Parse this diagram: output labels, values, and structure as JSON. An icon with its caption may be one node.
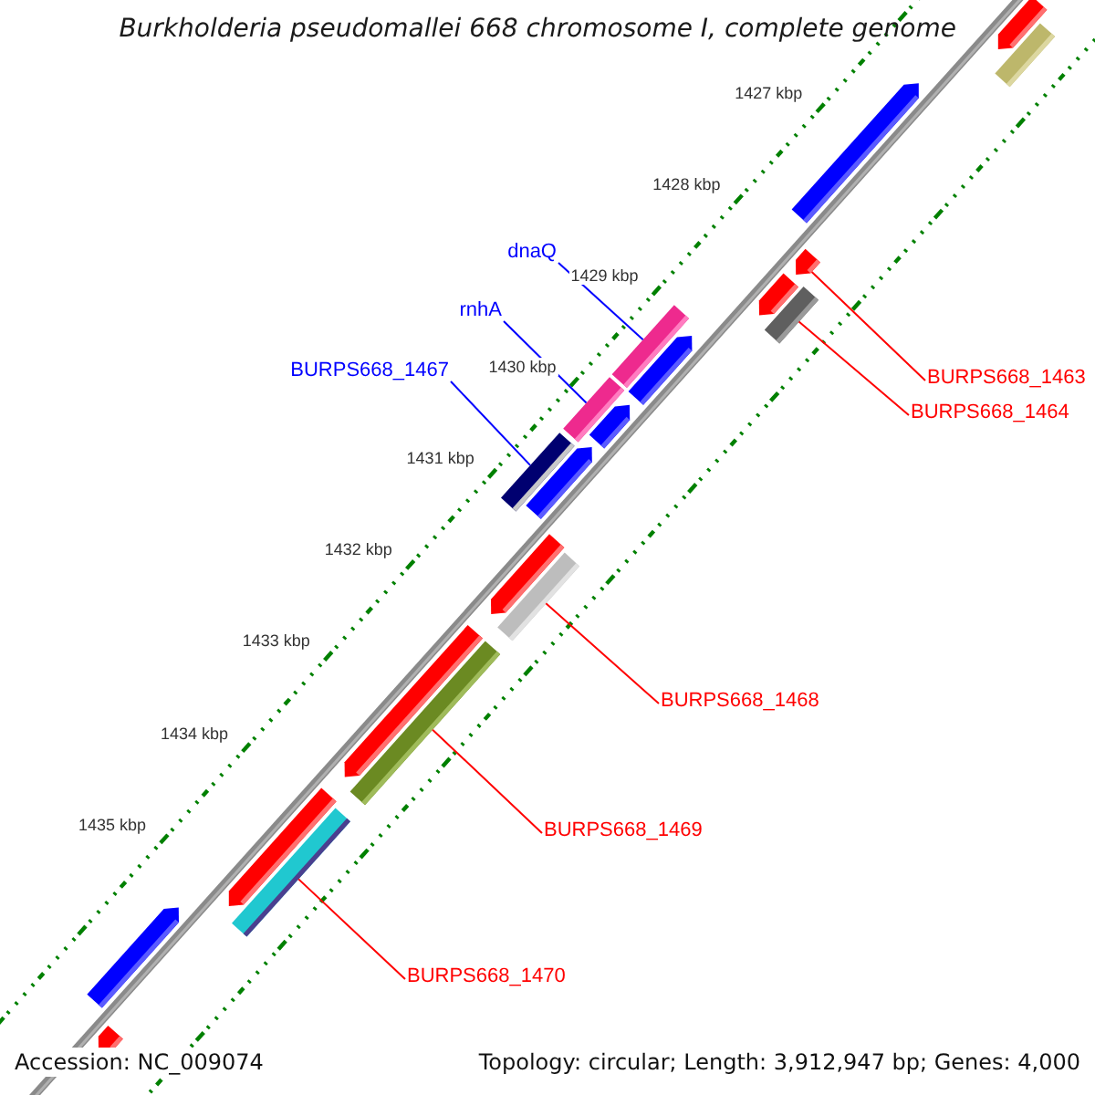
{
  "diagram": {
    "title": "Burkholderia pseudomallei 668 chromosome I, complete genome",
    "nodes": [
      {
        "text": [
          "dnaQ"
        ]
      },
      {
        "text": [
          "rnhA"
        ]
      },
      {
        "text": [
          "BURPS668_1467"
        ]
      },
      {
        "text": [
          "BURPS668_1463"
        ]
      },
      {
        "text": [
          "BURPS668_1464"
        ]
      },
      {
        "text": [
          "BURPS668_1468"
        ]
      },
      {
        "text": [
          "BURPS668_1469"
        ]
      },
      {
        "text": [
          "BURPS668_1470"
        ]
      },
      {
        "text": [],
        "shape": "bar"
      },
      {
        "text": [],
        "shape": "bar"
      },
      {
        "text": [],
        "shape": "bar"
      },
      {
        "text": [],
        "shape": "bar"
      },
      {
        "text": [],
        "shape": "bar"
      },
      {
        "text": [],
        "shape": "bar"
      },
      {
        "text": [],
        "shape": "bar"
      },
      {
        "text": [],
        "shape": "bar"
      },
      {
        "text": [],
        "shape": "bar"
      },
      {
        "text": [],
        "shape": "bar"
      },
      {
        "text": [],
        "shape": "bar"
      },
      {
        "text": [],
        "shape": "bar"
      },
      {
        "text": [],
        "shape": "bar"
      },
      {
        "text": [],
        "shape": "bar"
      },
      {
        "text": [],
        "shape": "bar"
      },
      {
        "text": [],
        "shape": "bar"
      },
      {
        "text": [],
        "shape": "bar"
      },
      {
        "text": [],
        "shape": "bar"
      },
      {
        "text": [],
        "shape": "bar"
      },
      {
        "text": [],
        "shape": "bar"
      }
    ],
    "edges": [
      {
        "from": 0,
        "to": 8,
        "arrow": "none",
        "color": "#0000ff"
      },
      {
        "from": 1,
        "to": 9,
        "arrow": "none",
        "color": "#0000ff"
      },
      {
        "from": 2,
        "to": 10,
        "arrow": "none",
        "color": "#0000ff"
      },
      {
        "from": 3,
        "to": 11,
        "arrow": "none"
      },
      {
        "from": 4,
        "to": 12,
        "arrow": "none"
      },
      {
        "from": 5,
        "to": 13,
        "arrow": "none"
      },
      {
        "from": 6,
        "to": 14,
        "arrow": "none"
      },
      {
        "from": 7,
        "to": 15,
        "arrow": "none"
      }
    ],
    "labels": [
      "1427 kbp",
      "1428 kbp",
      "1429 kbp",
      "1430 kbp",
      "1431 kbp",
      "1432 kbp",
      "1433 kbp",
      "1434 kbp",
      "1435 kbp",
      "Accession: NC_009074",
      "Topology: circular; Length: 3,912,947 bp; Genes: 4,000"
    ]
  }
}
